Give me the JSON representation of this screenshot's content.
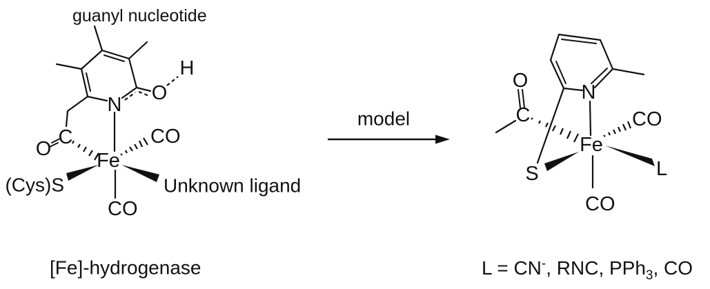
{
  "colors": {
    "ink": "#111111",
    "background": "#ffffff"
  },
  "left": {
    "annotation": "guanyl nucleotide",
    "caption": "[Fe]-hydrogenase",
    "atoms": {
      "acyl_o": "O",
      "acyl_c": "C",
      "ring_n": "N",
      "hydroxyl_o": "O",
      "hydroxyl_h": "H",
      "metal": "Fe",
      "co_upper": "CO",
      "co_lower": "CO",
      "cysteine_s": "(Cys)S",
      "unknown_ligand": "Unknown ligand"
    }
  },
  "arrow": {
    "label": "model"
  },
  "right": {
    "atoms": {
      "acyl_o": "O",
      "acyl_c": "C",
      "ring_n": "N",
      "metal": "Fe",
      "thiolate_s": "S",
      "co_right": "CO",
      "co_lower": "CO",
      "ligand_l": "L"
    },
    "legend": {
      "part1": "L = CN",
      "sup_minus": "-",
      "part2": ", RNC, PPh",
      "sub_three": "3",
      "part3": ", CO"
    }
  }
}
